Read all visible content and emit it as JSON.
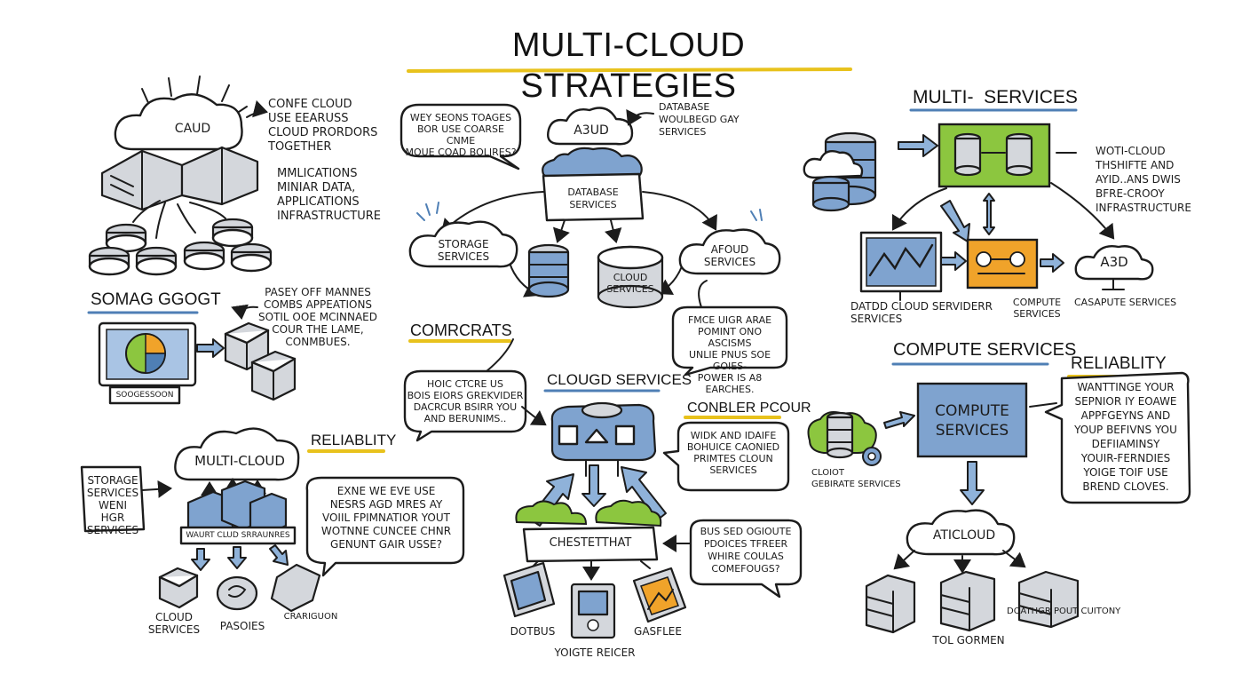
{
  "title": "MULTI-CLOUD STRATEGIES",
  "left_top": {
    "cloud": "CAUD",
    "note_a": "CONFE CLOUD\nUSE EEARUSS\nCLOUD PRORDORS\nTOGETHER",
    "note_b": "MMLICATIONS\nMINIAR DATA,\nAPPLICATIONS\nINFRASTRUCTURE"
  },
  "left_mid": {
    "heading": "SOMAG GGOGT",
    "note": "PASEY OFF MANNES\nCOMBS APPEATIONS\nSOTIL OOE MCINNAED\nCOUR THE LAME,\nCONMBUES.",
    "screen_caption": "SOOGESSOON"
  },
  "left_bottom": {
    "cloud": "MULTI-CLOUD",
    "heading": "RELIABLITY",
    "left_note": "STORAGE\nSERVICES\nWENI HGR\nSERVICES",
    "bar_label": "WAURT CLUD SRRAUNRES",
    "speech": "EXNE WE EVE USE\nNESRS AGD MRES AY\nVOIIL FPIMNATIOR YOUT\nWOTNNE CUNCEE CHNR\nGENUNT GAIR USSE?",
    "item_1": "CLOUD\nSERVICES",
    "item_2": "PASOIES",
    "item_3": "CRARIGUON"
  },
  "center": {
    "top_speech": "WEY SEONS TOAGES\nBOR USE COARSE CNME\nMOUE COAD BOLIRES?",
    "top_cloud": "A3UD",
    "db_note": "DATABASE\nWOULBEGD GAY\nSERVICES",
    "db_banner": "DATABASE\nSERVICES",
    "storage_cloud": "STORAGE\nSERVICES",
    "cylinder_label": "CLOUD\nSERVICES",
    "right_cloud": "AFOUD\nSERVICES",
    "heading_left": "COMRCRATS",
    "left_speech": "HOIC CTCRE US\nBOIS EIORS GREKVIDER\nDACRCUR BSIRR YOU\nAND BERUNIMS..",
    "right_speech": "FMCE UIGR ARAE\nPOMINT ONO ASCISMS\nUNLIE PNUS SOE GOIES-\nPOWER IS A8 EARCHES.",
    "heading_services": "CLOUGD SERVICES",
    "heading_power": "CONBLER PCOUR",
    "power_speech": "WIDK AND IDAIFE\nBOHUICE CAONIED\nPRIMTES CLOUN\nSERVICES",
    "bottom_banner": "CHESTETTHAT",
    "bottom_speech": "BUS SED OGIOUTE\nPDOICES TFREER\nWHIRE COULAS\nCOMEFOUGS?",
    "dev_1": "DOTBUS",
    "dev_2": "YOIGTE REICER",
    "dev_3": "GASFLEE"
  },
  "right_top": {
    "heading": "MULTI-  SERVICES",
    "note": "WOTI-CLOUD\nTHSHIFTE AND\nAYID..ANS DWIS\nBFRE-CROOY\nINFRASTRUCTURE",
    "cap_1": "DATDD CLOUD SERVIDERR\nSERVICES",
    "cap_2": "COMPUTE\nSERVICES",
    "cap_3": "CASAPUTE SERVICES",
    "cloud": "A3D"
  },
  "right_bottom": {
    "heading": "COMPUTE SERVICES",
    "box": "COMPUTE\nSERVICES",
    "heading_reliability": "RELIABLITY",
    "note": "WANTTINGE YOUR\nSEPNIOR IY EOAWE\nAPPFGEYNS AND\nYOUP BEFIVNS YOU\nDEFIIAMINSY\nYOUIR-FERNDIES\nYOIGE TOIF USE\nBREND CLOVES.",
    "db_caption": "CLOIOT\nGEBIRATE SERVICES",
    "cloud": "ATICLOUD",
    "rack_caption_1": "TOL GORMEN",
    "rack_caption_2": "DOATHGR POUT CUITONY"
  },
  "colors": {
    "accent_blue": "#7fa3cf",
    "accent_green": "#8cc63f",
    "accent_orange": "#f0a32a",
    "underline_yellow": "#e8c21c",
    "underline_blue": "#4f7fb5"
  }
}
